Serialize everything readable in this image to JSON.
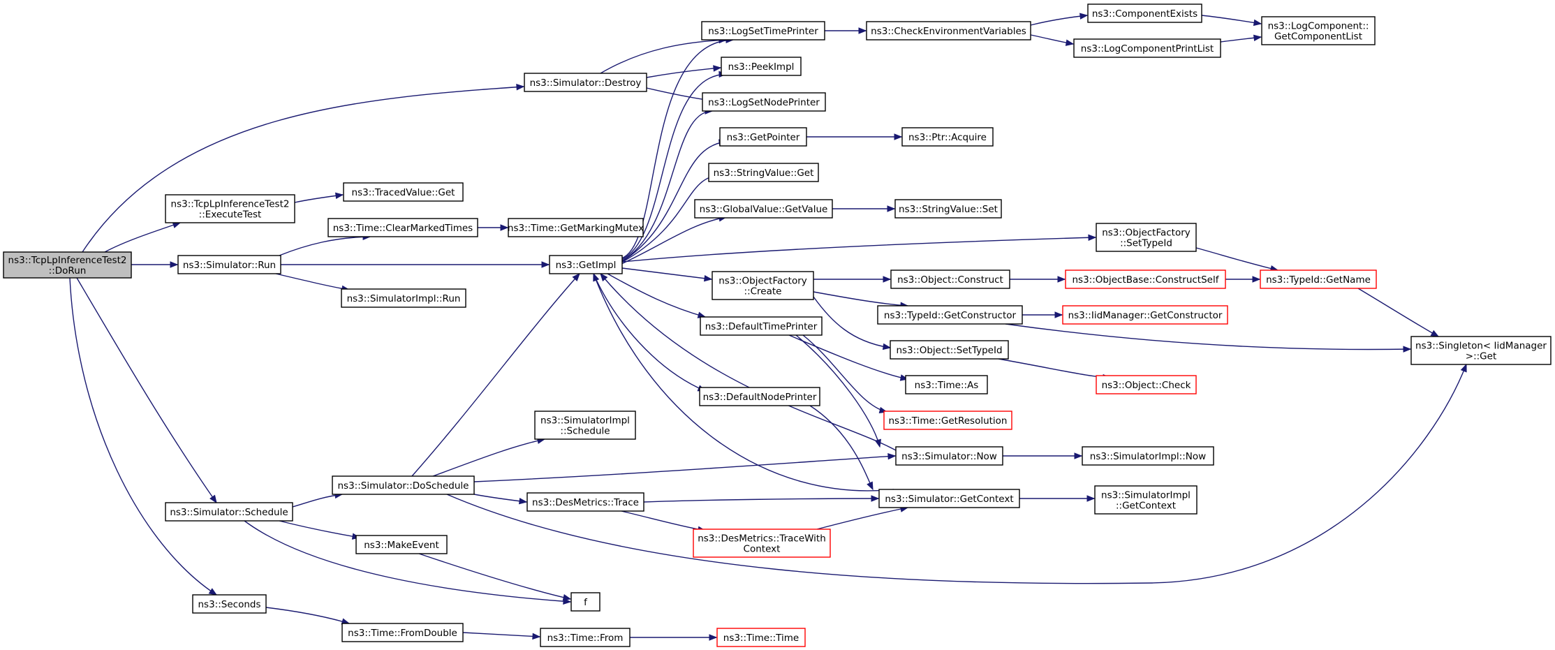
{
  "colors": {
    "edge": "#191970",
    "root_fill": "#bfbfbf",
    "node_border": "#000000",
    "undocumented_border": "#ff0000"
  },
  "nodes": [
    {
      "id": "root",
      "lines": [
        "ns3::TcpLpInferenceTest2",
        "::DoRun"
      ],
      "style": "root"
    },
    {
      "id": "destroy",
      "lines": [
        "ns3::Simulator::Destroy"
      ]
    },
    {
      "id": "execute",
      "lines": [
        "ns3::TcpLpInferenceTest2",
        "::ExecuteTest"
      ]
    },
    {
      "id": "tracedget",
      "lines": [
        "ns3::TracedValue::Get"
      ]
    },
    {
      "id": "run",
      "lines": [
        "ns3::Simulator::Run"
      ]
    },
    {
      "id": "clearmarked",
      "lines": [
        "ns3::Time::ClearMarkedTimes"
      ]
    },
    {
      "id": "markingmutex",
      "lines": [
        "ns3::Time::GetMarkingMutex"
      ]
    },
    {
      "id": "simimplrun",
      "lines": [
        "ns3::SimulatorImpl::Run"
      ]
    },
    {
      "id": "getimpl",
      "lines": [
        "ns3::GetImpl"
      ]
    },
    {
      "id": "schedule",
      "lines": [
        "ns3::Simulator::Schedule"
      ]
    },
    {
      "id": "doschedule",
      "lines": [
        "ns3::Simulator::DoSchedule"
      ]
    },
    {
      "id": "implschedule",
      "lines": [
        "ns3::SimulatorImpl",
        "::Schedule"
      ]
    },
    {
      "id": "desTrace",
      "lines": [
        "ns3::DesMetrics::Trace"
      ]
    },
    {
      "id": "traceWithCtx",
      "lines": [
        "ns3::DesMetrics::TraceWith",
        "Context"
      ],
      "style": "red"
    },
    {
      "id": "makeevent",
      "lines": [
        "ns3::MakeEvent"
      ]
    },
    {
      "id": "f",
      "lines": [
        "f"
      ]
    },
    {
      "id": "seconds",
      "lines": [
        "ns3::Seconds"
      ]
    },
    {
      "id": "fromdouble",
      "lines": [
        "ns3::Time::FromDouble"
      ]
    },
    {
      "id": "from",
      "lines": [
        "ns3::Time::From"
      ]
    },
    {
      "id": "time",
      "lines": [
        "ns3::Time::Time"
      ],
      "style": "red"
    },
    {
      "id": "logsettime",
      "lines": [
        "ns3::LogSetTimePrinter"
      ]
    },
    {
      "id": "checkenv",
      "lines": [
        "ns3::CheckEnvironmentVariables"
      ]
    },
    {
      "id": "compexists",
      "lines": [
        "ns3::ComponentExists"
      ]
    },
    {
      "id": "logcompprint",
      "lines": [
        "ns3::LogComponentPrintList"
      ]
    },
    {
      "id": "getcomplist",
      "lines": [
        "ns3::LogComponent::",
        "GetComponentList"
      ]
    },
    {
      "id": "peekimpl",
      "lines": [
        "ns3::PeekImpl"
      ]
    },
    {
      "id": "logsetnode",
      "lines": [
        "ns3::LogSetNodePrinter"
      ]
    },
    {
      "id": "getpointer",
      "lines": [
        "ns3::GetPointer"
      ]
    },
    {
      "id": "ptracquire",
      "lines": [
        "ns3::Ptr::Acquire"
      ]
    },
    {
      "id": "strget",
      "lines": [
        "ns3::StringValue::Get"
      ]
    },
    {
      "id": "gvgetvalue",
      "lines": [
        "ns3::GlobalValue::GetValue"
      ]
    },
    {
      "id": "strset",
      "lines": [
        "ns3::StringValue::Set"
      ]
    },
    {
      "id": "ofsettypeid",
      "lines": [
        "ns3::ObjectFactory",
        "::SetTypeId"
      ]
    },
    {
      "id": "ofcreate",
      "lines": [
        "ns3::ObjectFactory",
        "::Create"
      ]
    },
    {
      "id": "objconstruct",
      "lines": [
        "ns3::Object::Construct"
      ]
    },
    {
      "id": "constructself",
      "lines": [
        "ns3::ObjectBase::ConstructSelf"
      ],
      "style": "red"
    },
    {
      "id": "getname",
      "lines": [
        "ns3::TypeId::GetName"
      ],
      "style": "red"
    },
    {
      "id": "getconstructor",
      "lines": [
        "ns3::TypeId::GetConstructor"
      ]
    },
    {
      "id": "iidgetctor",
      "lines": [
        "ns3::IidManager::GetConstructor"
      ],
      "style": "red"
    },
    {
      "id": "singleton",
      "lines": [
        "ns3::Singleton< IidManager",
        ">::Get"
      ]
    },
    {
      "id": "objsettypeid",
      "lines": [
        "ns3::Object::SetTypeId"
      ]
    },
    {
      "id": "objcheck",
      "lines": [
        "ns3::Object::Check"
      ],
      "style": "red"
    },
    {
      "id": "deftimeprinter",
      "lines": [
        "ns3::DefaultTimePrinter"
      ]
    },
    {
      "id": "timeas",
      "lines": [
        "ns3::Time::As"
      ]
    },
    {
      "id": "getresolution",
      "lines": [
        "ns3::Time::GetResolution"
      ],
      "style": "red"
    },
    {
      "id": "defnodeprinter",
      "lines": [
        "ns3::DefaultNodePrinter"
      ]
    },
    {
      "id": "simnow",
      "lines": [
        "ns3::Simulator::Now"
      ]
    },
    {
      "id": "simimplnow",
      "lines": [
        "ns3::SimulatorImpl::Now"
      ]
    },
    {
      "id": "getcontext",
      "lines": [
        "ns3::Simulator::GetContext"
      ]
    },
    {
      "id": "implgetcontext",
      "lines": [
        "ns3::SimulatorImpl",
        "::GetContext"
      ]
    }
  ],
  "edges": [
    [
      "root",
      "destroy"
    ],
    [
      "root",
      "execute"
    ],
    [
      "root",
      "run"
    ],
    [
      "root",
      "schedule"
    ],
    [
      "root",
      "seconds"
    ],
    [
      "execute",
      "tracedget"
    ],
    [
      "run",
      "clearmarked"
    ],
    [
      "run",
      "getimpl"
    ],
    [
      "run",
      "simimplrun"
    ],
    [
      "clearmarked",
      "markingmutex"
    ],
    [
      "destroy",
      "logsettime"
    ],
    [
      "destroy",
      "peekimpl"
    ],
    [
      "destroy",
      "logsetnode"
    ],
    [
      "getimpl",
      "logsettime"
    ],
    [
      "getimpl",
      "peekimpl"
    ],
    [
      "getimpl",
      "logsetnode"
    ],
    [
      "getimpl",
      "getpointer"
    ],
    [
      "getimpl",
      "strget"
    ],
    [
      "getimpl",
      "gvgetvalue"
    ],
    [
      "getimpl",
      "ofsettypeid"
    ],
    [
      "getimpl",
      "ofcreate"
    ],
    [
      "getimpl",
      "deftimeprinter"
    ],
    [
      "getimpl",
      "defnodeprinter"
    ],
    [
      "logsettime",
      "checkenv"
    ],
    [
      "checkenv",
      "compexists"
    ],
    [
      "checkenv",
      "logcompprint"
    ],
    [
      "compexists",
      "getcomplist"
    ],
    [
      "logcompprint",
      "getcomplist"
    ],
    [
      "getpointer",
      "ptracquire"
    ],
    [
      "gvgetvalue",
      "strset"
    ],
    [
      "ofsettypeid",
      "getname"
    ],
    [
      "ofcreate",
      "objconstruct"
    ],
    [
      "ofcreate",
      "getconstructor"
    ],
    [
      "ofcreate",
      "objsettypeid"
    ],
    [
      "objconstruct",
      "constructself"
    ],
    [
      "constructself",
      "getname"
    ],
    [
      "getname",
      "singleton"
    ],
    [
      "getconstructor",
      "iidgetctor"
    ],
    [
      "getconstructor",
      "singleton"
    ],
    [
      "objsettypeid",
      "objcheck"
    ],
    [
      "deftimeprinter",
      "simnow"
    ],
    [
      "deftimeprinter",
      "timeas"
    ],
    [
      "deftimeprinter",
      "getresolution"
    ],
    [
      "defnodeprinter",
      "getcontext"
    ],
    [
      "simnow",
      "getimpl"
    ],
    [
      "simnow",
      "simimplnow"
    ],
    [
      "getcontext",
      "getimpl"
    ],
    [
      "getcontext",
      "implgetcontext"
    ],
    [
      "schedule",
      "doschedule"
    ],
    [
      "schedule",
      "makeevent"
    ],
    [
      "schedule",
      "f"
    ],
    [
      "doschedule",
      "getimpl"
    ],
    [
      "doschedule",
      "implschedule"
    ],
    [
      "doschedule",
      "simnow"
    ],
    [
      "doschedule",
      "desTrace"
    ],
    [
      "doschedule",
      "singleton"
    ],
    [
      "desTrace",
      "getcontext"
    ],
    [
      "desTrace",
      "traceWithCtx"
    ],
    [
      "traceWithCtx",
      "getcontext"
    ],
    [
      "makeevent",
      "f"
    ],
    [
      "seconds",
      "fromdouble"
    ],
    [
      "fromdouble",
      "from"
    ],
    [
      "from",
      "time"
    ]
  ]
}
